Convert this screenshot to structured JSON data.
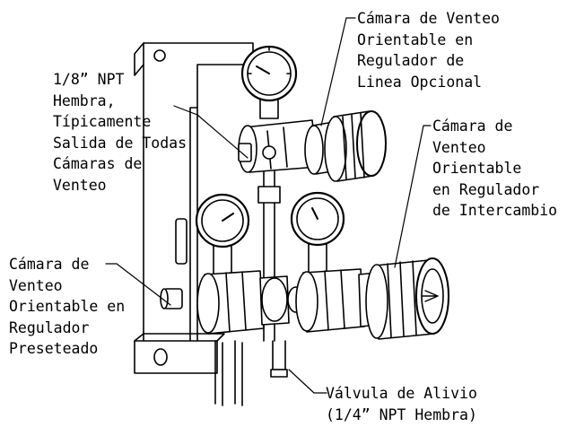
{
  "callouts": {
    "vent_optional": "Cámara de Venteo\nOrientable en\nRegulador de\nLinea Opcional",
    "npt_outlet": "1/8” NPT\nHembra,\nTípicamente\nSalida de Todas\nCámaras de\nVenteo",
    "vent_exchange": "Cámara de\nVenteo\nOrientable\nen Regulador\nde Intercambio",
    "vent_preset": "Cámara de\nVenteo\nOrientable en\nRegulador\nPreseteado",
    "relief_valve": "Válvula de Alivio\n(1/4” NPT Hembra)"
  }
}
